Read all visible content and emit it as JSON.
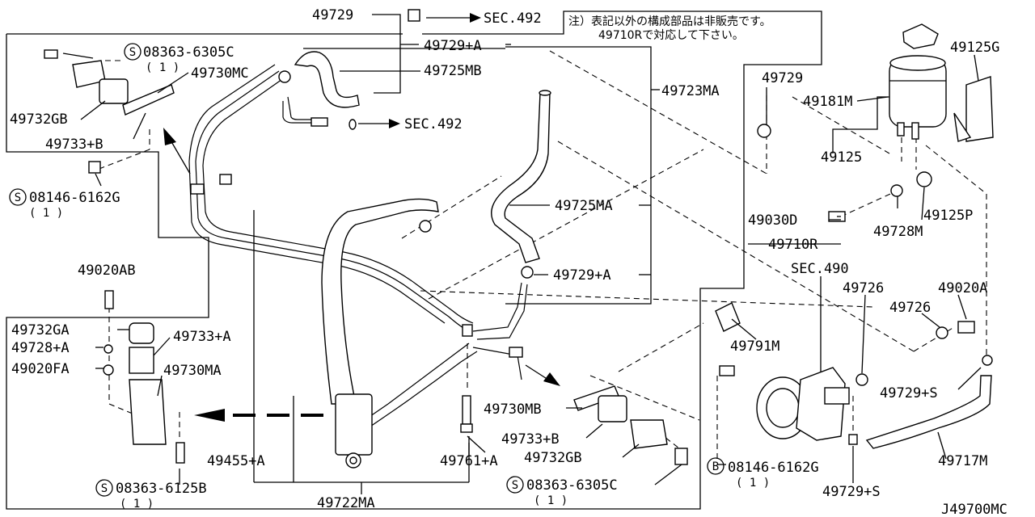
{
  "diagram_id": "J49700MC",
  "note_jp": {
    "line1": "注）表記以外の構成部品は非販売です。",
    "line2": "49710Rで対応して下さい。"
  },
  "labels": {
    "p49729_top": "49729",
    "sec492_top": "SEC.492",
    "p49729a_top": "49729+A",
    "p49725mb": "49725MB",
    "p49723ma": "49723MA",
    "sec492_mid": "SEC.492",
    "p49725ma": "49725MA",
    "p49729a_mid": "49729+A",
    "p08363_6305c_top": "08363-6305C",
    "p08363_6305c_top_qty": "( 1 )",
    "p49730mc": "49730MC",
    "p49732gb_top": "49732GB",
    "p49733b_top": "49733+B",
    "p08146_6162g_left": "08146-6162G",
    "p08146_6162g_left_qty": "( 1 )",
    "p49020ab": "49020AB",
    "p49732ga": "49732GA",
    "p49728a": "49728+A",
    "p49020fa": "49020FA",
    "p49733a": "49733+A",
    "p49730ma": "49730MA",
    "p49455a": "49455+A",
    "p49722ma": "49722MA",
    "p08363_6125b": "08363-6125B",
    "p08363_6125b_qty": "( 1 )",
    "p49761a": "49761+A",
    "p49730mb": "49730MB",
    "p49733b_bot": "49733+B",
    "p49732gb_bot": "49732GB",
    "p08363_6305c_bot": "08363-6305C",
    "p08363_6305c_bot_qty": "( 1 )",
    "p49729_right": "49729",
    "p49181m": "49181M",
    "p49125g": "49125G",
    "p49125": "49125",
    "p49030d": "49030D",
    "p49125p": "49125P",
    "p49728m": "49728M",
    "p49710r": "49710R",
    "sec490": "SEC.490",
    "p49726_a": "49726",
    "p49726_b": "49726",
    "p49020a": "49020A",
    "p49791m": "49791M",
    "p49729s_right": "49729+S",
    "p08146_6162g_bot": "08146-6162G",
    "p08146_6162g_bot_qty": "( 1 )",
    "p49729s_bot": "49729+S",
    "p49717m": "49717M",
    "mark_s": "S",
    "mark_b": "B"
  }
}
